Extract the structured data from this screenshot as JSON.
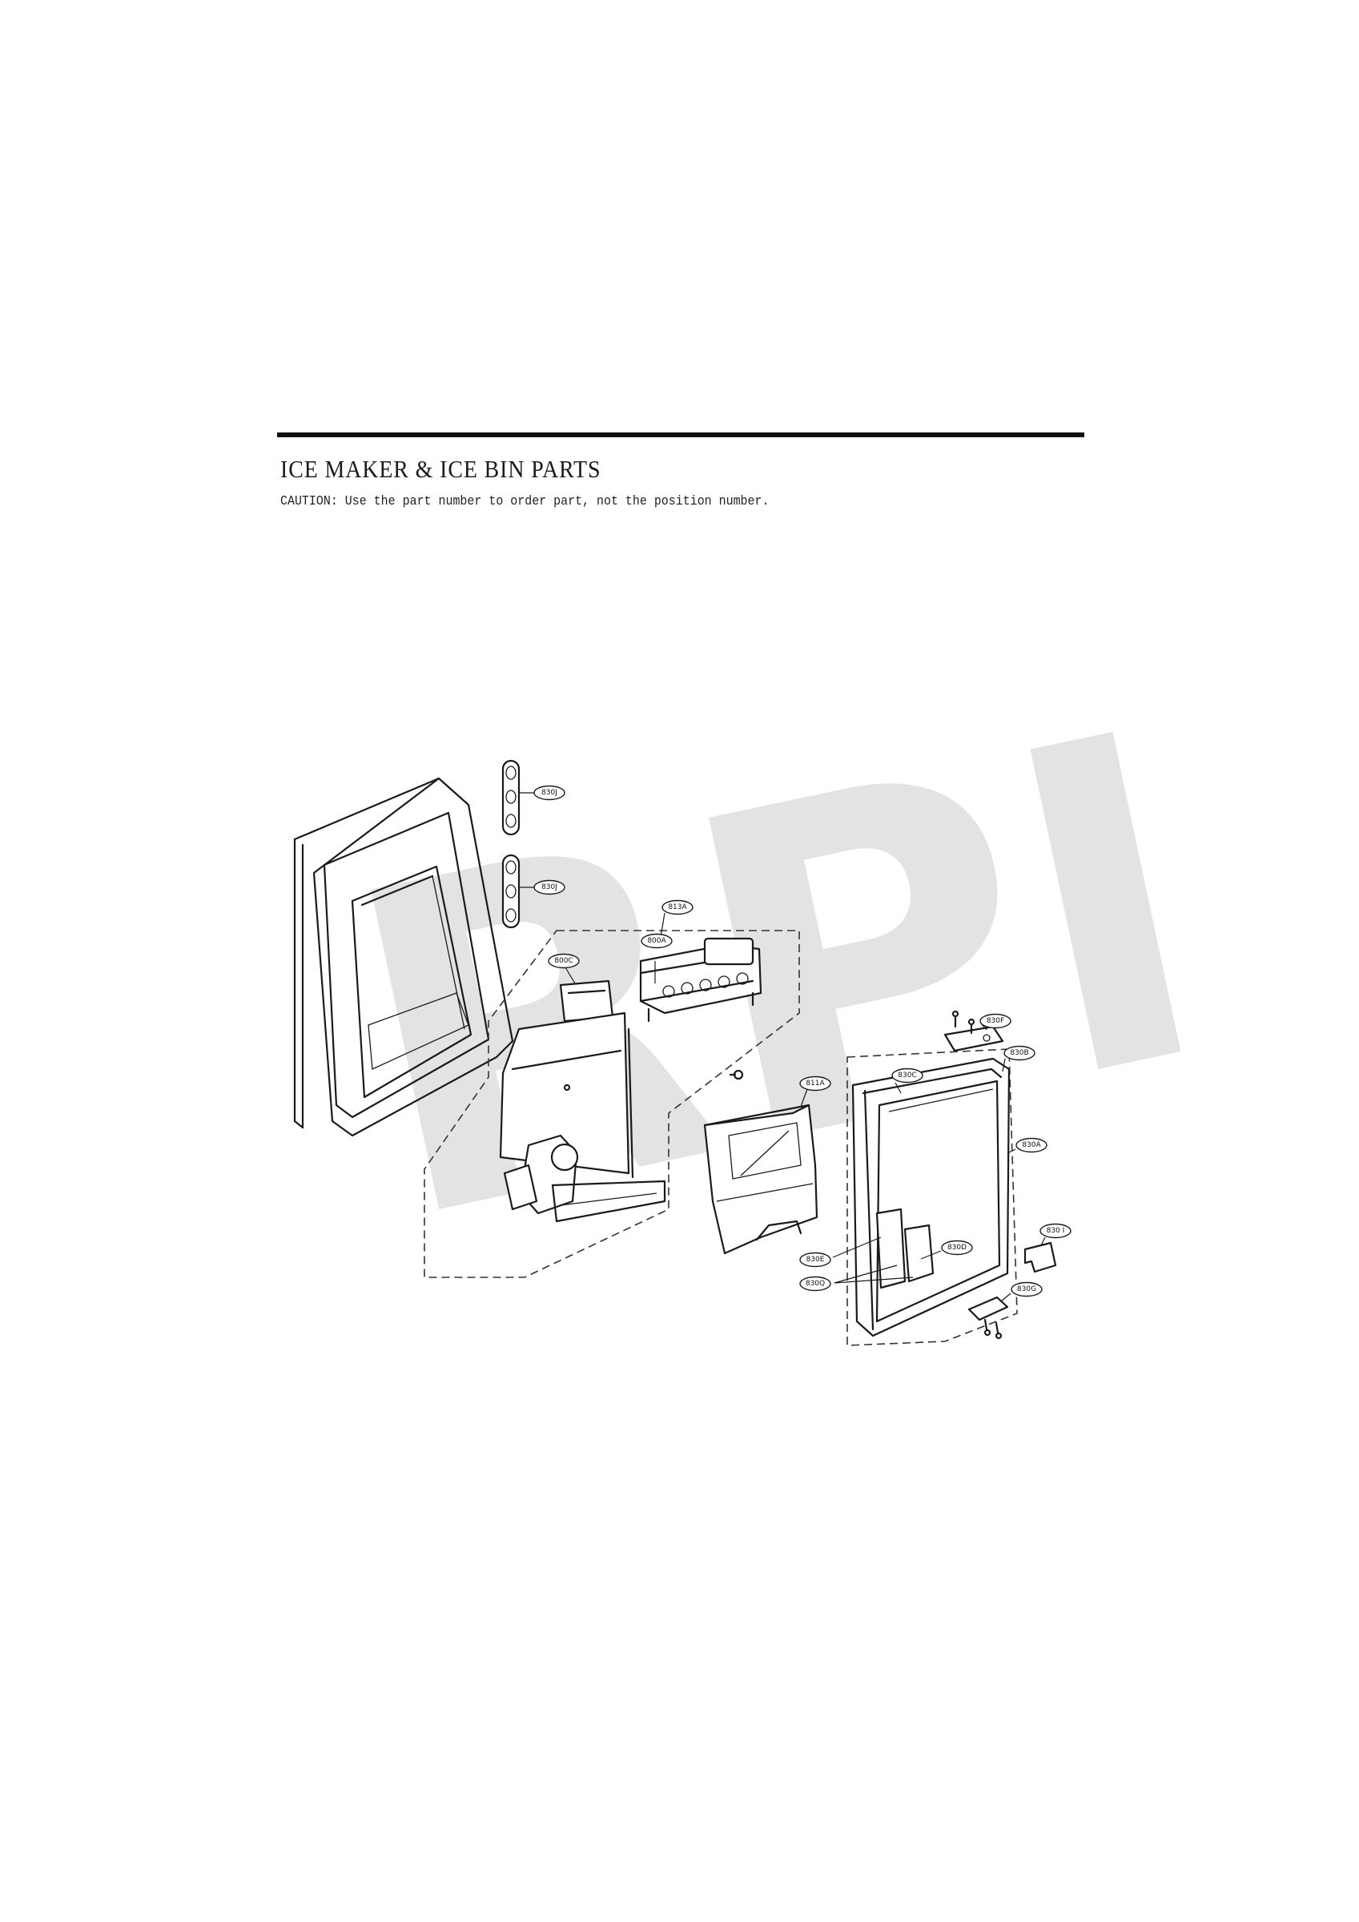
{
  "header": {
    "title": "ICE MAKER & ICE BIN PARTS",
    "caution": "CAUTION: Use the part number to order part, not the position number."
  },
  "watermark": {
    "text": "RPI",
    "color": "#d9d9d9"
  },
  "callouts": {
    "c830J_top": "830J",
    "c830J_mid": "830J",
    "c813A": "813A",
    "c800A": "800A",
    "c800C": "800C",
    "c811A": "811A",
    "c830F": "830F",
    "c830B": "830B",
    "c830C": "830C",
    "c830A": "830A",
    "c830I": "830 I",
    "c830D": "830D",
    "c830E": "830E",
    "c830Q": "830Q",
    "c830G": "830G"
  }
}
